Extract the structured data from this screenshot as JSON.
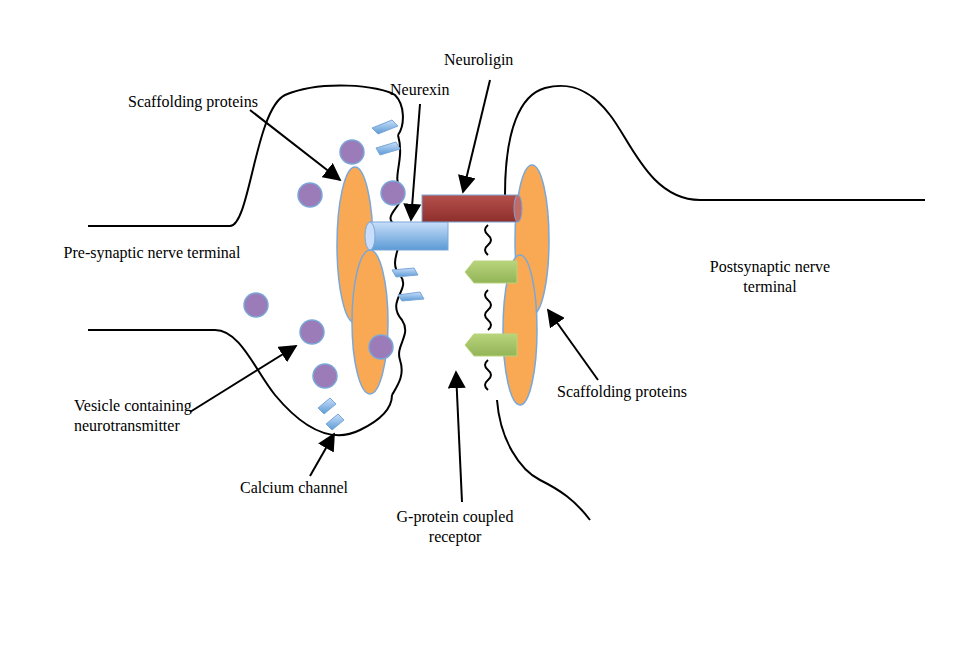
{
  "diagram": {
    "labels": [
      "Neuroligin",
      "Scaffolding proteins",
      "Neurexin",
      "Pre-synaptic nerve terminal",
      "Postsynaptic nerve terminal",
      "Scaffolding proteins",
      "Vesicle containing neurotransmitter",
      "Calcium channel",
      "G-protein coupled receptor"
    ]
  }
}
